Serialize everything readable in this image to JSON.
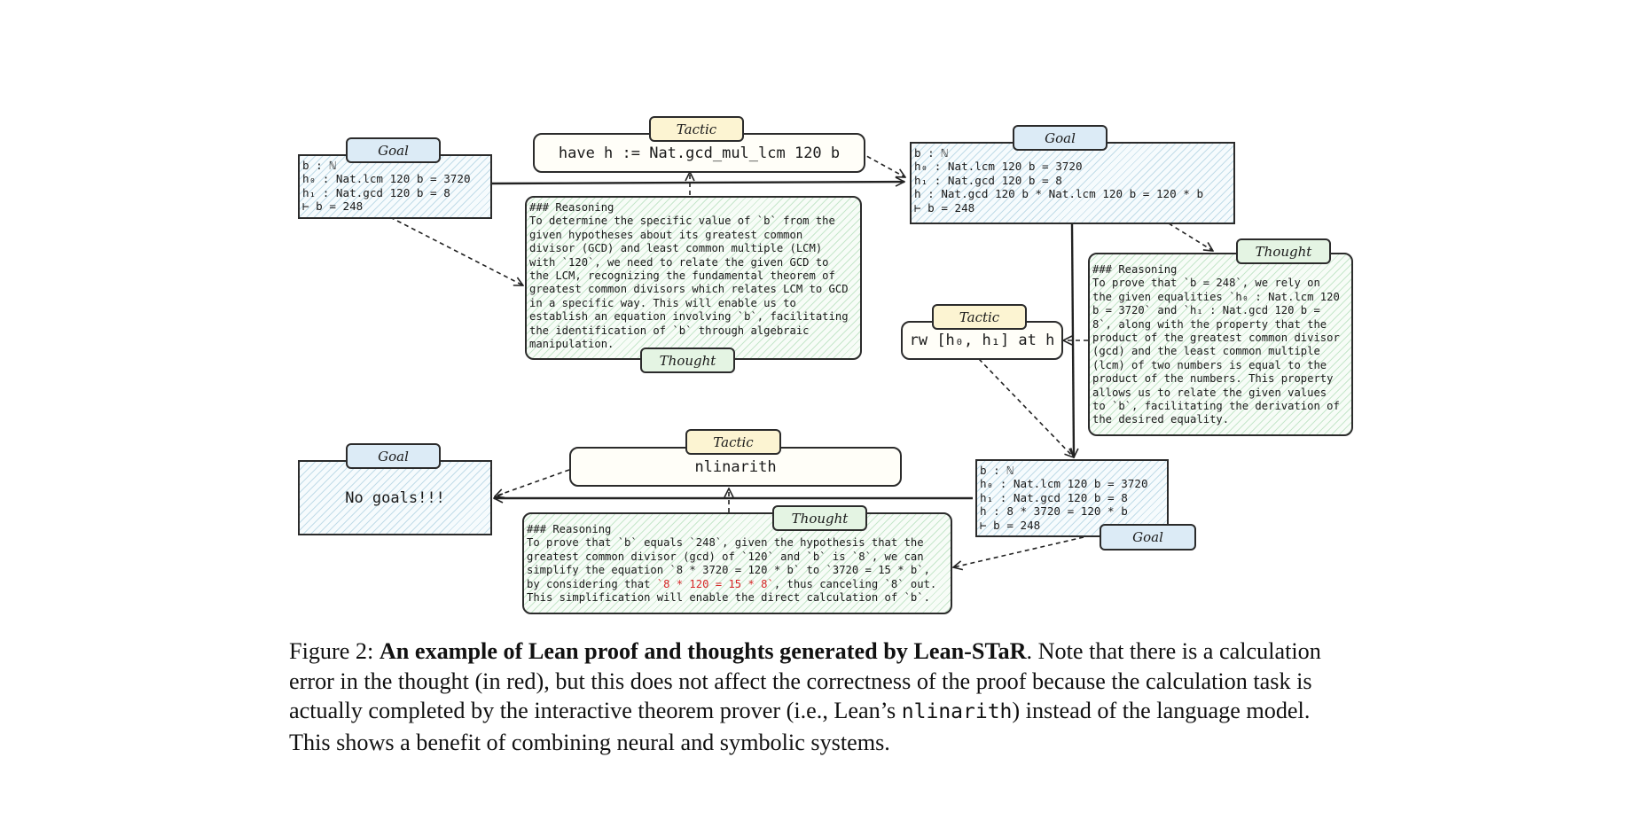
{
  "goal1": {
    "tag": "Goal",
    "lines": [
      "b : ℕ",
      "h₀ : Nat.lcm 120 b = 3720",
      "h₁ : Nat.gcd 120 b = 8",
      "⊢ b = 248"
    ]
  },
  "tactic1": {
    "tag": "Tactic",
    "code": "have h := Nat.gcd_mul_lcm 120 b"
  },
  "thought1": {
    "tag": "Thought",
    "lines": [
      "### Reasoning",
      "To determine the specific value of `b` from the",
      "given hypotheses about its greatest common",
      "divisor (GCD) and least common multiple (LCM)",
      "with `120`, we need to relate the given GCD to",
      "the LCM, recognizing the fundamental theorem of",
      "greatest common divisors which relates LCM to GCD",
      "in a specific way. This will enable us to",
      "establish an equation involving `b`, facilitating",
      "the identification of `b` through algebraic",
      "manipulation."
    ]
  },
  "goal2": {
    "tag": "Goal",
    "lines": [
      "b : ℕ",
      "h₀ : Nat.lcm 120 b = 3720",
      "h₁ : Nat.gcd 120 b = 8",
      "h : Nat.gcd 120 b * Nat.lcm 120 b = 120 * b",
      "⊢ b = 248"
    ]
  },
  "thought2": {
    "tag": "Thought",
    "lines": [
      "### Reasoning",
      "To prove that `b = 248`, we rely on",
      "the given equalities `h₀ : Nat.lcm 120",
      "b = 3720` and `h₁ : Nat.gcd 120 b =",
      "8`, along with the property that the",
      "product of the greatest common divisor",
      "(gcd) and the least common multiple",
      "(lcm) of two numbers is equal to the",
      "product of the numbers. This property",
      "allows us to relate the given values",
      "to `b`, facilitating the derivation of",
      "the desired equality."
    ]
  },
  "tactic2": {
    "tag": "Tactic",
    "code": "rw [h₀, h₁] at h"
  },
  "goal3": {
    "tag": "Goal",
    "lines": [
      "b : ℕ",
      "h₀ : Nat.lcm 120 b = 3720",
      "h₁ : Nat.gcd 120 b = 8",
      "h : 8 * 3720 = 120 * b",
      "⊢ b = 248"
    ]
  },
  "tactic3": {
    "tag": "Tactic",
    "code": "nlinarith"
  },
  "thought3": {
    "tag": "Thought",
    "lines": [
      "### Reasoning",
      "To prove that `b` equals `248`, given the hypothesis that the",
      "greatest common divisor (gcd) of `120` and `b` is `8`, we can",
      "simplify the equation `8 * 3720 = 120 * b` to `3720 = 15 * b`,"
    ],
    "line5_pre": "by considering that ",
    "line5_error": "`8 * 120 = 15 * 8`",
    "line5_post": ", thus canceling `8` out.",
    "line6": "This simplification will enable the direct calculation of `b`."
  },
  "goal4": {
    "tag": "Goal",
    "text": "No goals!!!"
  },
  "caption": {
    "label": "Figure 2:",
    "bold": "An example of Lean proof and thoughts generated by Lean-STaR",
    "text1": ". Note that there is a calculation error in the thought (in red), but this does not affect the correctness of the proof because the calculation task is actually completed by the interactive theorem prover (i.e., Lean’s ",
    "code": "nlinarith",
    "text2": ") instead of the language model. This shows a benefit of combining neural and symbolic systems."
  },
  "colors": {
    "goal_tag": "#dcebf6",
    "tactic_tag": "#fcf4d2",
    "thought_tag": "#e4f4e3",
    "error_text": "#d62828"
  }
}
